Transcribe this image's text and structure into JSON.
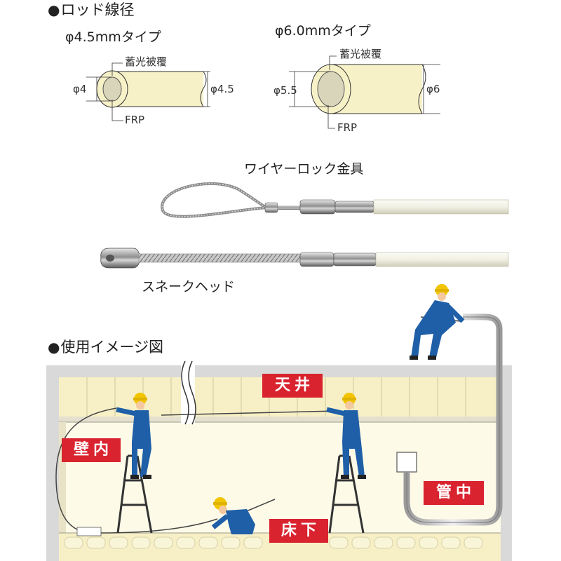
{
  "rod_section": {
    "heading": "ロッド線径",
    "type_45": {
      "title": "φ4.5mmタイプ",
      "coating": "蓄光被覆",
      "core": "FRP",
      "inner_dia": "φ4",
      "outer_dia": "φ4.5"
    },
    "type_60": {
      "title": "φ6.0mmタイプ",
      "coating": "蓄光被覆",
      "core": "FRP",
      "inner_dia": "φ5.5",
      "outer_dia": "φ6"
    }
  },
  "heads": {
    "wire_lock": "ワイヤーロック金具",
    "snake_head": "スネークヘッド"
  },
  "usage": {
    "heading": "使用イメージ図",
    "labels": {
      "ceiling": "天井",
      "wall": "壁内",
      "floor": "床下",
      "conduit": "管中"
    }
  },
  "colors": {
    "label_red": "#d9232e",
    "rod_fill": "#f7f1c8",
    "worker_blue": "#1f5fa8",
    "helmet_yellow": "#f2c500"
  }
}
